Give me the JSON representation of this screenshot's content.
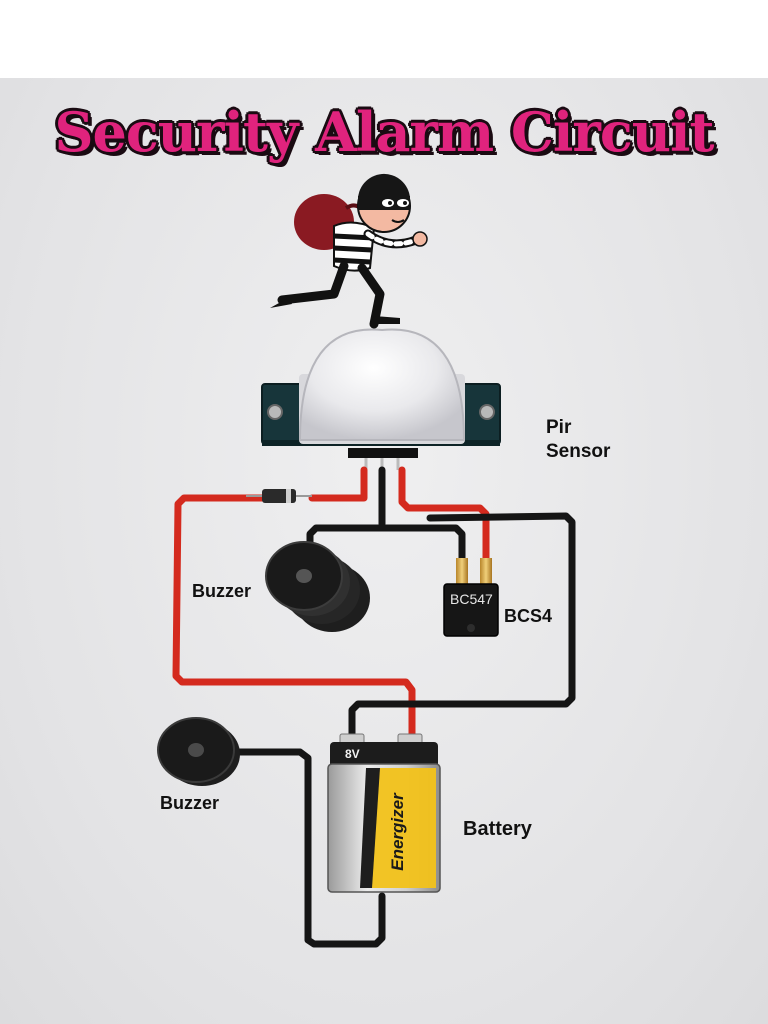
{
  "title": "Security Alarm Circuit",
  "labels": {
    "pir_sensor_line1": "Pir",
    "pir_sensor_line2": "Sensor",
    "buzzer_upper": "Buzzer",
    "buzzer_lower": "Buzzer",
    "transistor_marking": "BC547",
    "transistor_label": "BCS4",
    "battery_label": "Battery",
    "battery_voltage": "8V",
    "battery_brand": "Energizer"
  },
  "colors": {
    "title_fill": "#e0237d",
    "title_outline": "#1a0b12",
    "wire_red": "#d42a1e",
    "wire_black": "#151515",
    "pcb": "#17353a",
    "battery_accent": "#f2c21a"
  }
}
